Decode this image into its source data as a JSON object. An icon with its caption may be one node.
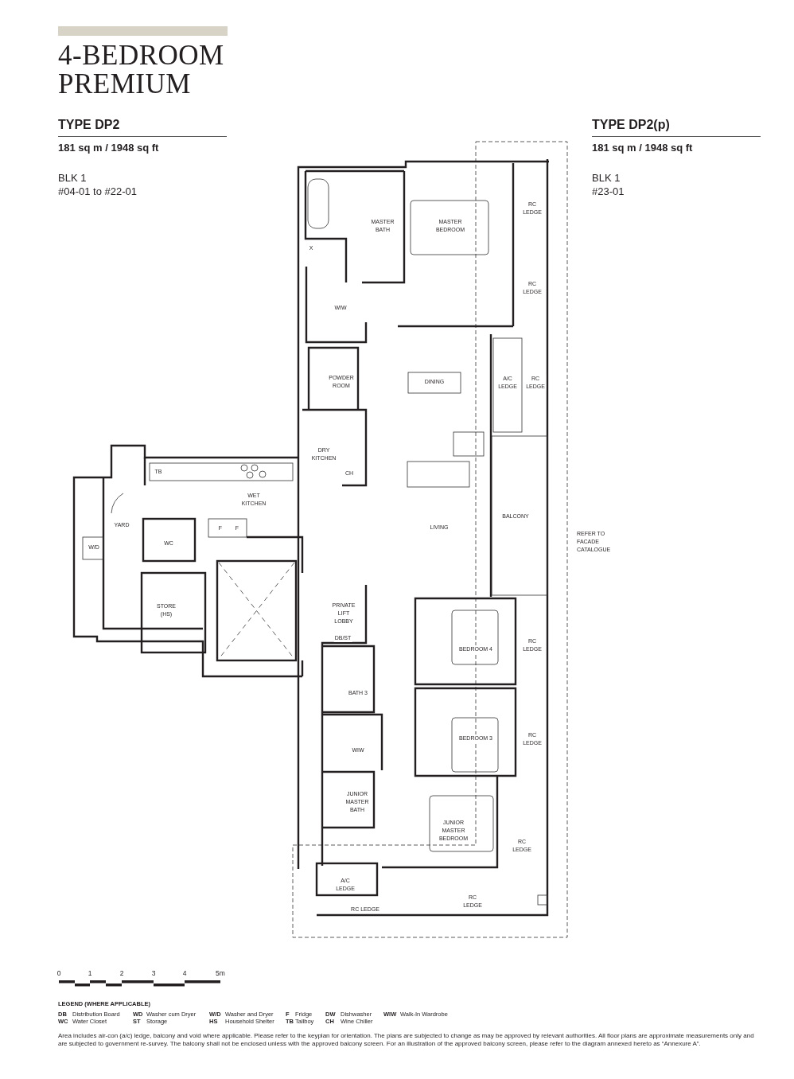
{
  "diagram": {
    "title": "4-BEDROOM PREMIUM",
    "labels": [
      "TYPE DP2",
      "181 sq m / 1948 sq ft",
      "BLK 1",
      "#04-01 to #22-01",
      "TYPE DP2(p)",
      "181 sq m / 1948 sq ft",
      "BLK 1",
      "#23-01",
      "MASTER BATH",
      "MASTER BEDROOM",
      "X",
      "RC LEDGE",
      "RC LEDGE",
      "WIW",
      "POWDER ROOM",
      "DINING",
      "A/C LEDGE",
      "RC LEDGE",
      "DRY KITCHEN",
      "TB",
      "CH",
      "WET KITCHEN",
      "YARD",
      "F",
      "F",
      "LIVING",
      "BALCONY",
      "REFER TO FACADE CATALOGUE",
      "WC",
      "W/D",
      "STORE (HS)",
      "PRIVATE LIFT LOBBY",
      "DB/ST",
      "RC LEDGE",
      "BEDROOM 4",
      "BATH 3",
      "RC LEDGE",
      "BEDROOM 3",
      "WIW",
      "JUNIOR MASTER BATH",
      "JUNIOR MASTER BEDROOM",
      "RC LEDGE",
      "A/C LEDGE",
      "RC LEDGE",
      "RC LEDGE",
      "0",
      "1",
      "2",
      "3",
      "4",
      "5m",
      "LEGEND (WHERE APPLICABLE)",
      "DB",
      "Distribution Board",
      "WD",
      "Washer cum Dryer",
      "W/D",
      "Washer and Dryer",
      "F",
      "Fridge",
      "DW",
      "Dishwasher",
      "WIW",
      "Walk-In Wardrobe",
      "WC",
      "Water Closet",
      "ST",
      "Storage",
      "HS",
      "Household Shelter",
      "TB",
      "Tallboy",
      "CH",
      "Wine Chiller",
      "Area includes air-con (a/c) ledge, balcony and void where applicable. Please refer to the keyplan for orientation. The plans are subjected to change as may be approved by relevant authorities. All floor plans are approximate measurements only and are subjected to government re-survey. The balcony shall not be enclosed unless with the approved balcony screen. For an illustration of the approved balcony screen, please refer to the diagram annexed hereto as “Annexure A”."
    ]
  }
}
